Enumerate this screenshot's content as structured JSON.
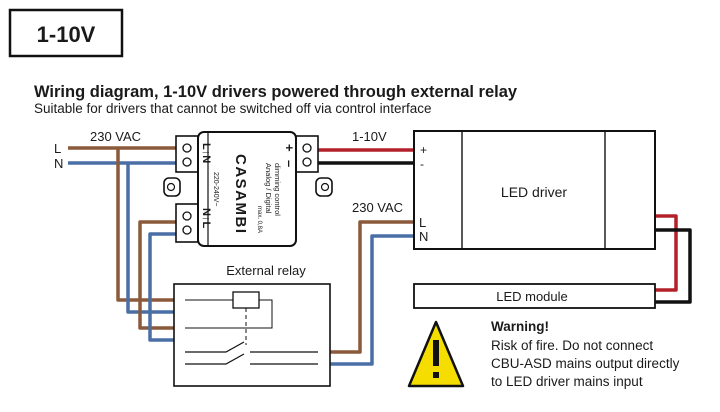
{
  "badge": "1-10V",
  "heading": "Wiring diagram, 1-10V drivers powered through external relay",
  "subheading": "Suitable for drivers that cannot be switched off via control interface",
  "mains": {
    "label": "230 VAC",
    "l": "L",
    "n": "N"
  },
  "controller": {
    "brand": "CASAMBI",
    "line_top": "L↑N",
    "line_bottom": "N↑L",
    "rating": "220-240V~",
    "control_type": "Analog / Digital",
    "control_sub": "dimming control",
    "max": "max. 0,8A",
    "plus": "+",
    "minus": "–"
  },
  "control_wire_label": "1-10V",
  "driver": {
    "title": "LED driver",
    "plus": "+",
    "minus": "-",
    "supply_label": "230 VAC",
    "l": "L",
    "n": "N"
  },
  "relay": {
    "label": "External relay"
  },
  "module": {
    "label": "LED module"
  },
  "warning": {
    "title": "Warning!",
    "line1": "Risk of fire. Do not connect",
    "line2": "CBU-ASD mains output directly",
    "line3": "to LED driver mains input"
  },
  "colors": {
    "brown": "#8b5a3c",
    "blue": "#4a6fa5",
    "red": "#b3202a",
    "black": "#111111",
    "warning_yellow": "#f5dd00"
  }
}
